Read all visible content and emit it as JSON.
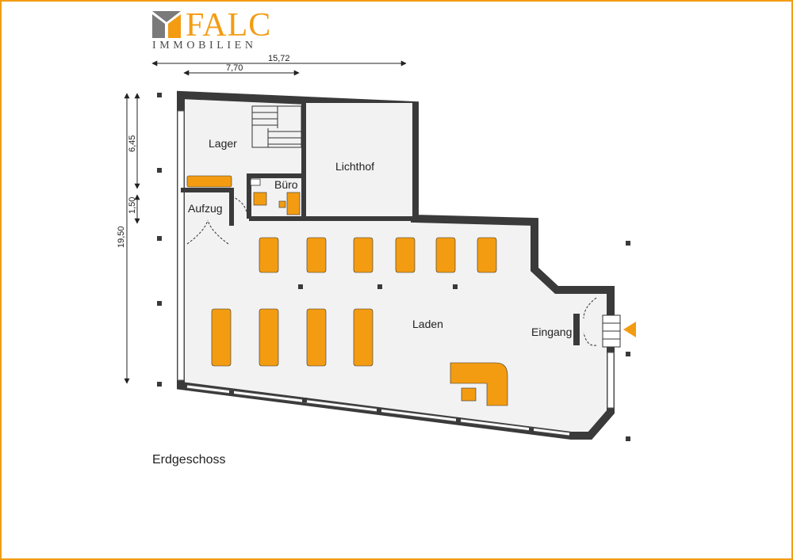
{
  "brand": {
    "name": "FALC",
    "subtitle": "IMMOBILIEN",
    "accent_color": "#f39c12",
    "mark_color": "#7a7a7a"
  },
  "floor": {
    "name": "Erdgeschoss"
  },
  "rooms": {
    "lager": "Lager",
    "lichthof": "Lichthof",
    "buero": "Büro",
    "aufzug": "Aufzug",
    "laden": "Laden",
    "eingang": "Eingang"
  },
  "dimensions": {
    "total_width": "15,72",
    "partial_width": "7,70",
    "total_depth": "19,50",
    "depth_lager": "6,45",
    "depth_aufzug": "1,50"
  },
  "colors": {
    "wall": "#3a3a3a",
    "floor": "#f2f2f2",
    "furniture": "#f39c12",
    "entrance_arrow": "#f39c12"
  }
}
